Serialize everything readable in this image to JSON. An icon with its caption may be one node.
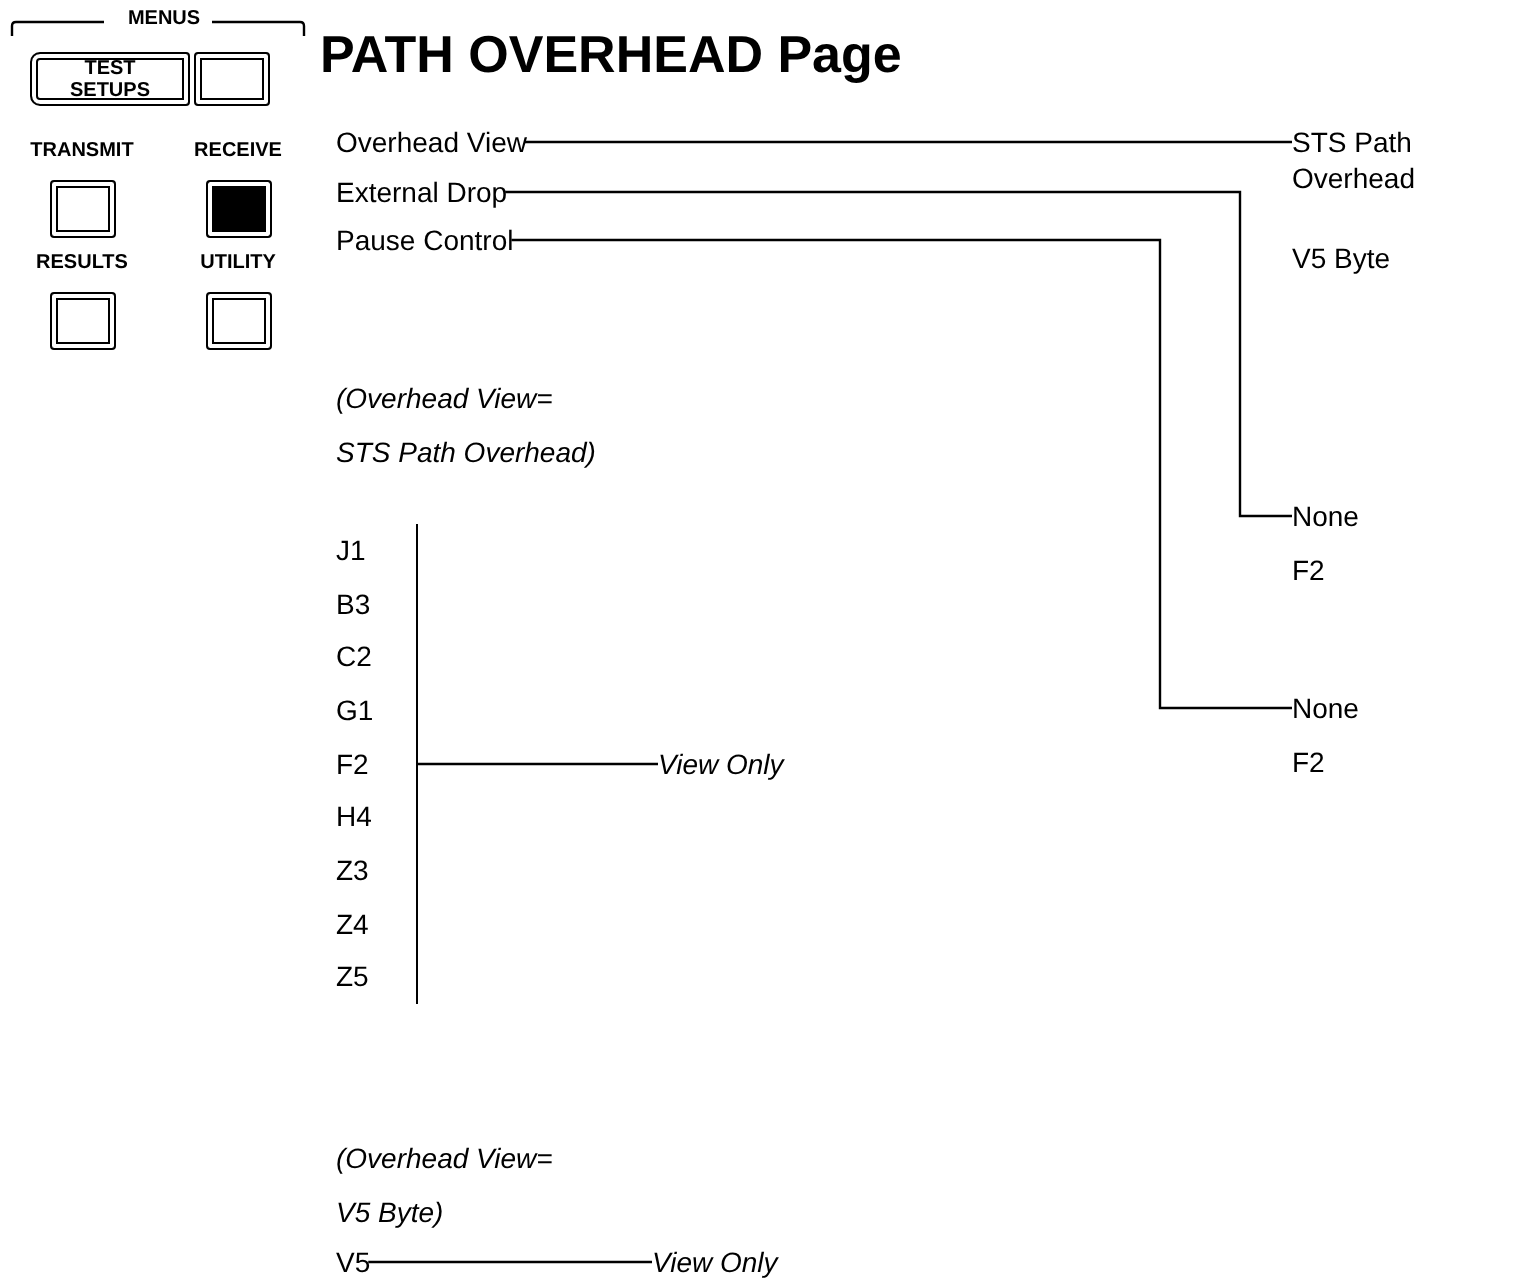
{
  "diagram": {
    "title": "PATH OVERHEAD Page",
    "nodes": [
      {
        "text": [
          "TEST SETUPS"
        ]
      },
      {
        "text": [],
        "shape": "box"
      },
      {
        "text": [
          "TRANSMIT"
        ]
      },
      {
        "text": [
          "RECEIVE"
        ]
      },
      {
        "text": [
          "RESULTS"
        ]
      },
      {
        "text": [
          "UTILITY"
        ]
      },
      {
        "text": [
          "Overhead View"
        ]
      },
      {
        "text": [
          "External Drop"
        ]
      },
      {
        "text": [
          "Pause Control"
        ]
      },
      {
        "text": [
          "STS Path Overhead"
        ]
      },
      {
        "text": [
          "V5 Byte"
        ]
      },
      {
        "text": [
          "None"
        ]
      },
      {
        "text": [
          "F2"
        ]
      },
      {
        "text": [
          "None"
        ]
      },
      {
        "text": [
          "F2"
        ]
      },
      {
        "text": [
          "J1",
          "B3",
          "C2",
          "G1",
          "F2",
          "H4",
          "Z3",
          "Z4",
          "Z5"
        ]
      },
      {
        "text": [
          "View Only"
        ]
      },
      {
        "text": [
          "V5"
        ]
      },
      {
        "text": [
          "View Only"
        ]
      }
    ],
    "edges": [
      {
        "from": 6,
        "to": 9,
        "arrow": "none"
      },
      {
        "from": 7,
        "to": 11,
        "arrow": "none"
      },
      {
        "from": 8,
        "to": 13,
        "arrow": "none"
      },
      {
        "from": 15,
        "to": 16,
        "arrow": "none"
      },
      {
        "from": 17,
        "to": 18,
        "arrow": "none"
      }
    ],
    "labels": [
      "MENUS",
      "(Overhead View= STS Path Overhead)",
      "(Overhead View= V5 Byte)"
    ]
  }
}
